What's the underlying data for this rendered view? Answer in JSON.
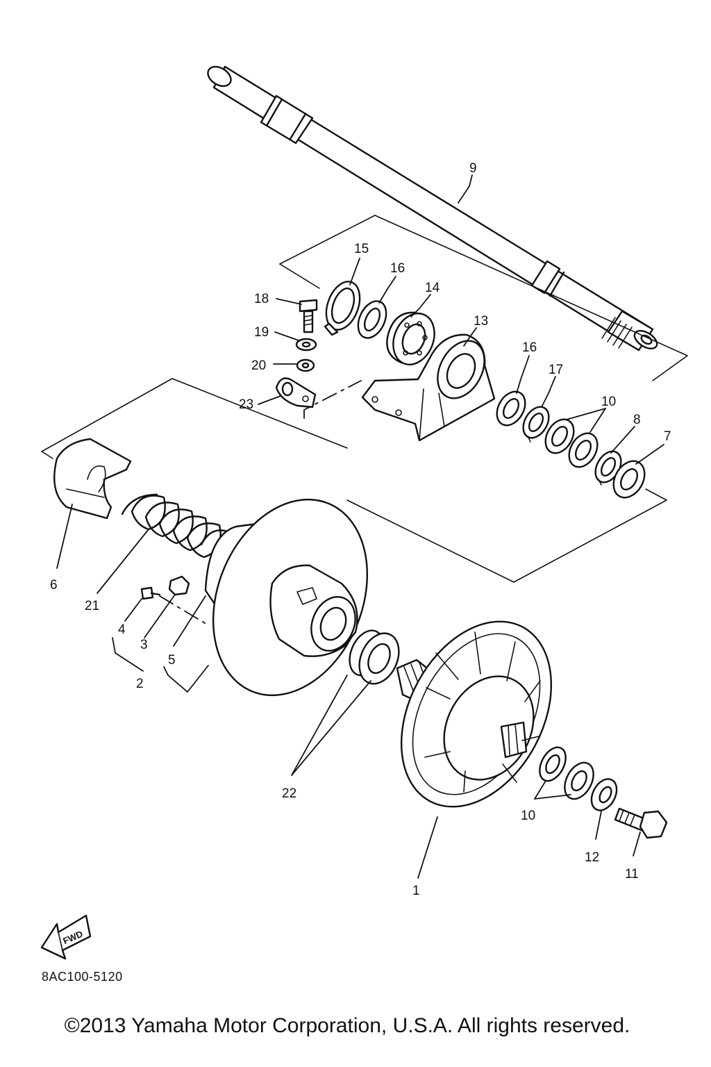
{
  "diagram": {
    "fwd_badge": "FWD",
    "part_code": "8AC100-5120",
    "copyright": "©2013 Yamaha Motor Corporation, U.S.A. All rights reserved.",
    "callouts": [
      {
        "id": "c9",
        "label": "9"
      },
      {
        "id": "c15",
        "label": "15"
      },
      {
        "id": "c16a",
        "label": "16"
      },
      {
        "id": "c14",
        "label": "14"
      },
      {
        "id": "c13",
        "label": "13"
      },
      {
        "id": "c18",
        "label": "18"
      },
      {
        "id": "c19",
        "label": "19"
      },
      {
        "id": "c20",
        "label": "20"
      },
      {
        "id": "c23",
        "label": "23"
      },
      {
        "id": "c16b",
        "label": "16"
      },
      {
        "id": "c17",
        "label": "17"
      },
      {
        "id": "c10a",
        "label": "10"
      },
      {
        "id": "c8",
        "label": "8"
      },
      {
        "id": "c7",
        "label": "7"
      },
      {
        "id": "c6",
        "label": "6"
      },
      {
        "id": "c21",
        "label": "21"
      },
      {
        "id": "c4",
        "label": "4"
      },
      {
        "id": "c3",
        "label": "3"
      },
      {
        "id": "c5",
        "label": "5"
      },
      {
        "id": "c2",
        "label": "2"
      },
      {
        "id": "c22",
        "label": "22"
      },
      {
        "id": "c10b",
        "label": "10"
      },
      {
        "id": "c12",
        "label": "12"
      },
      {
        "id": "c11",
        "label": "11"
      },
      {
        "id": "c1",
        "label": "1"
      }
    ]
  }
}
